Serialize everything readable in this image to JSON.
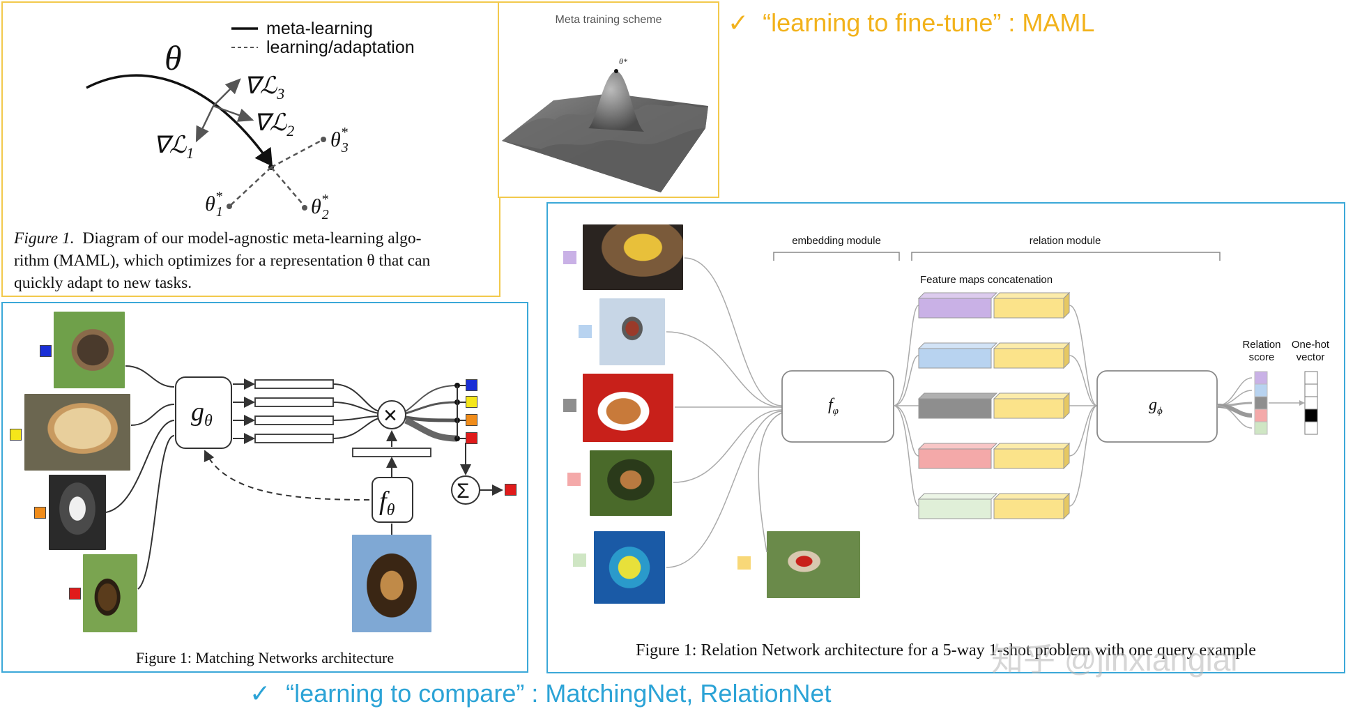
{
  "maml_panel": {
    "legend_solid": "meta-learning",
    "legend_dashed": "learning/adaptation",
    "theta": "θ",
    "grad1": "∇ℒ",
    "grad1_sub": "1",
    "grad2": "∇ℒ",
    "grad2_sub": "2",
    "grad3": "∇ℒ",
    "grad3_sub": "3",
    "theta_star_1": "θ",
    "theta_star_1_sub": "1",
    "theta_star_2": "θ",
    "theta_star_2_sub": "2",
    "theta_star_3": "θ",
    "theta_star_3_sub": "3",
    "star": "*",
    "caption_label": "Figure 1.",
    "caption_line1": "Diagram of our model-agnostic meta-learning algo-",
    "caption_line2": "rithm (MAML), which optimizes for a representation θ that can",
    "caption_line3": "quickly adapt to new tasks."
  },
  "meta_training_panel": {
    "title": "Meta training scheme",
    "peak_label": "θ*"
  },
  "maml_heading": {
    "check": "✓",
    "text": "“learning to fine-tune” : MAML",
    "color": "#f2b21b"
  },
  "matching_panel": {
    "g_label": "g",
    "g_sub": "θ",
    "f_label": "f",
    "f_sub": "θ",
    "times_symbol": "×",
    "sigma_symbol": "Σ",
    "caption": "Figure 1: Matching Networks architecture",
    "label_colors": [
      "#1a2fd6",
      "#f5e61a",
      "#f08c1a",
      "#e01b1b"
    ]
  },
  "relation_panel": {
    "embedding_label": "embedding module",
    "relation_label": "relation module",
    "feature_maps_label": "Feature maps concatenation",
    "f_label": "f",
    "f_sub": "φ",
    "g_label": "g",
    "g_sub": "ϕ",
    "relation_score_line1": "Relation",
    "relation_score_line2": "score",
    "one_hot_line1": "One-hot",
    "one_hot_line2": "vector",
    "caption": "Figure 1: Relation Network architecture for a 5-way 1-shot problem with one query example",
    "watermark": "知乎 @jinxianglai",
    "class_colors": [
      "#c9b1e6",
      "#b8d3f0",
      "#8e8e8e",
      "#f4a9a9",
      "#cfe6c4"
    ],
    "query_color": "#f8d878",
    "support_feature_color": "#fbe38a"
  },
  "compare_heading": {
    "check": "✓",
    "text": "“learning to compare” : MatchingNet, RelationNet",
    "color": "#2ba3d6"
  }
}
